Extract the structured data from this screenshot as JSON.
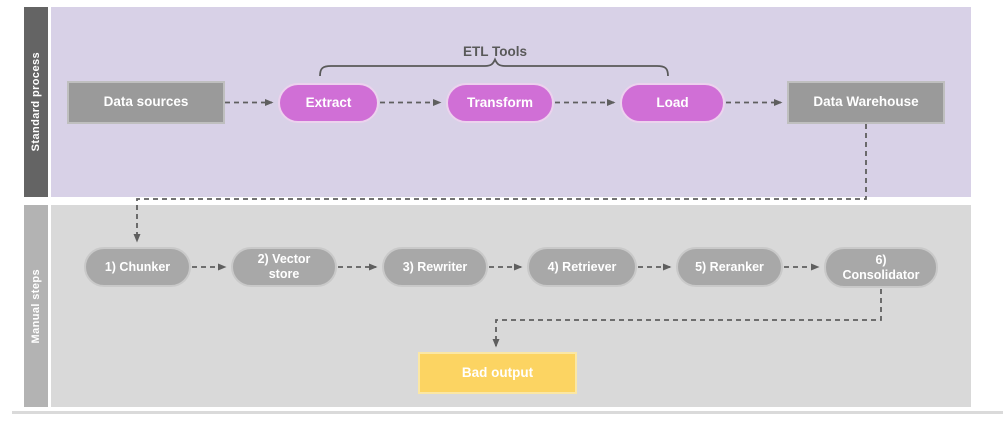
{
  "colors": {
    "standard_lane_bg": "#d8d1e7",
    "manual_lane_bg": "#d9d9d9",
    "standard_label_bg": "#646464",
    "manual_label_bg": "#b3b3b3",
    "process_box_fill": "#9a9a9a",
    "etl_pill_fill": "#d06fd6",
    "manual_pill_fill": "#a8a8a8",
    "output_box_fill": "#fcd462",
    "connector": "#5f5f5f",
    "annotation_text": "#595959",
    "node_text": "#ffffff"
  },
  "lanes": {
    "standard": {
      "label": "Standard process",
      "annotation": "ETL Tools",
      "nodes": {
        "data_sources": "Data sources",
        "extract": "Extract",
        "transform": "Transform",
        "load": "Load",
        "data_warehouse": "Data Warehouse"
      }
    },
    "manual": {
      "label": "Manual steps",
      "nodes": {
        "chunker": "1) Chunker",
        "vector_store": "2) Vector\nstore",
        "rewriter": "3) Rewriter",
        "retriever": "4) Retriever",
        "reranker": "5) Reranker",
        "consolidator": "6)\nConsolidator"
      },
      "output": "Bad output"
    }
  }
}
